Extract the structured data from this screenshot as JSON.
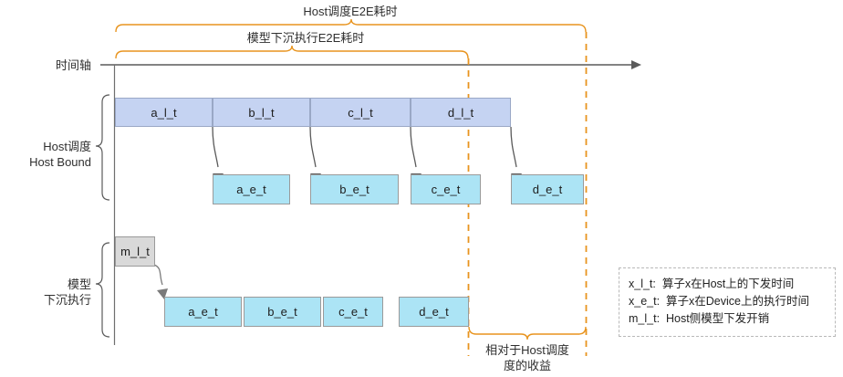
{
  "diagram": {
    "title_top": "Host调度E2E耗时",
    "title_second": "模型下沉执行E2E耗时",
    "axis_label": "时间轴",
    "bottom_note_line1": "相对于Host调度",
    "bottom_note_line2": "度的收益"
  },
  "side_labels": {
    "host_group_line1": "Host调度",
    "host_group_line2": "Host Bound",
    "sink_group_line1": "模型",
    "sink_group_line2": "下沉执行"
  },
  "rows": {
    "host_launch": {
      "name": "host-launch-row",
      "segments": [
        {
          "label": "a_l_t"
        },
        {
          "label": "b_l_t"
        },
        {
          "label": "c_l_t"
        },
        {
          "label": "d_l_t"
        }
      ]
    },
    "host_exec": {
      "name": "host-device-exec-row",
      "segments": [
        {
          "label": "a_e_t"
        },
        {
          "label": "b_e_t"
        },
        {
          "label": "c_e_t"
        },
        {
          "label": "d_e_t"
        }
      ]
    },
    "sink_overhead": {
      "label": "m_l_t"
    },
    "sink_exec": {
      "name": "sink-device-exec-row",
      "segments": [
        {
          "label": "a_e_t"
        },
        {
          "label": "b_e_t"
        },
        {
          "label": "c_e_t"
        },
        {
          "label": "d_e_t"
        }
      ]
    }
  },
  "legend": {
    "rows": [
      "x_l_t:  算子x在Host上的下发时间",
      "x_e_t:  算子x在Device上的执行时间",
      "m_l_t:  Host侧模型下发开销"
    ]
  },
  "colors": {
    "host_bar": "#c5d3f2",
    "device_bar": "#ace4f5",
    "overhead_bar": "#d9d9d9",
    "brace": "#e8941f",
    "dashed_marker": "#e8941f",
    "axis": "#5a5a5a"
  }
}
